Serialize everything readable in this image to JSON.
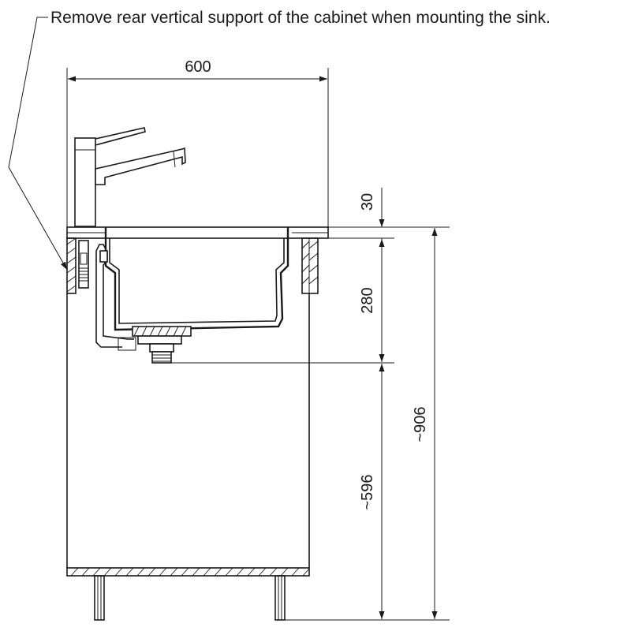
{
  "note": "Remove rear vertical support of the cabinet when mounting the sink.",
  "dimensions": {
    "width": "600",
    "rim_thickness": "30",
    "bowl_depth": "280",
    "drain_to_floor": "~596",
    "overall_height": "~906"
  },
  "colors": {
    "line": "#1a1a1a",
    "background": "#ffffff"
  }
}
